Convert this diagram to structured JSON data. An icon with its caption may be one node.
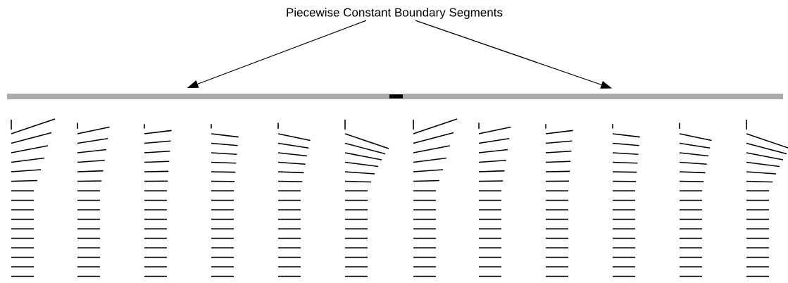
{
  "diagram": {
    "nodes": [
      {
        "text": [
          "Piecewise Constant Boundary Segments"
        ]
      },
      {
        "text": [],
        "shape": "bar"
      },
      {
        "text": [],
        "shape": "bar"
      }
    ],
    "edges": [
      {
        "from": 0,
        "to": 1,
        "arrow": "to"
      },
      {
        "from": 0,
        "to": 2,
        "arrow": "to"
      }
    ]
  }
}
